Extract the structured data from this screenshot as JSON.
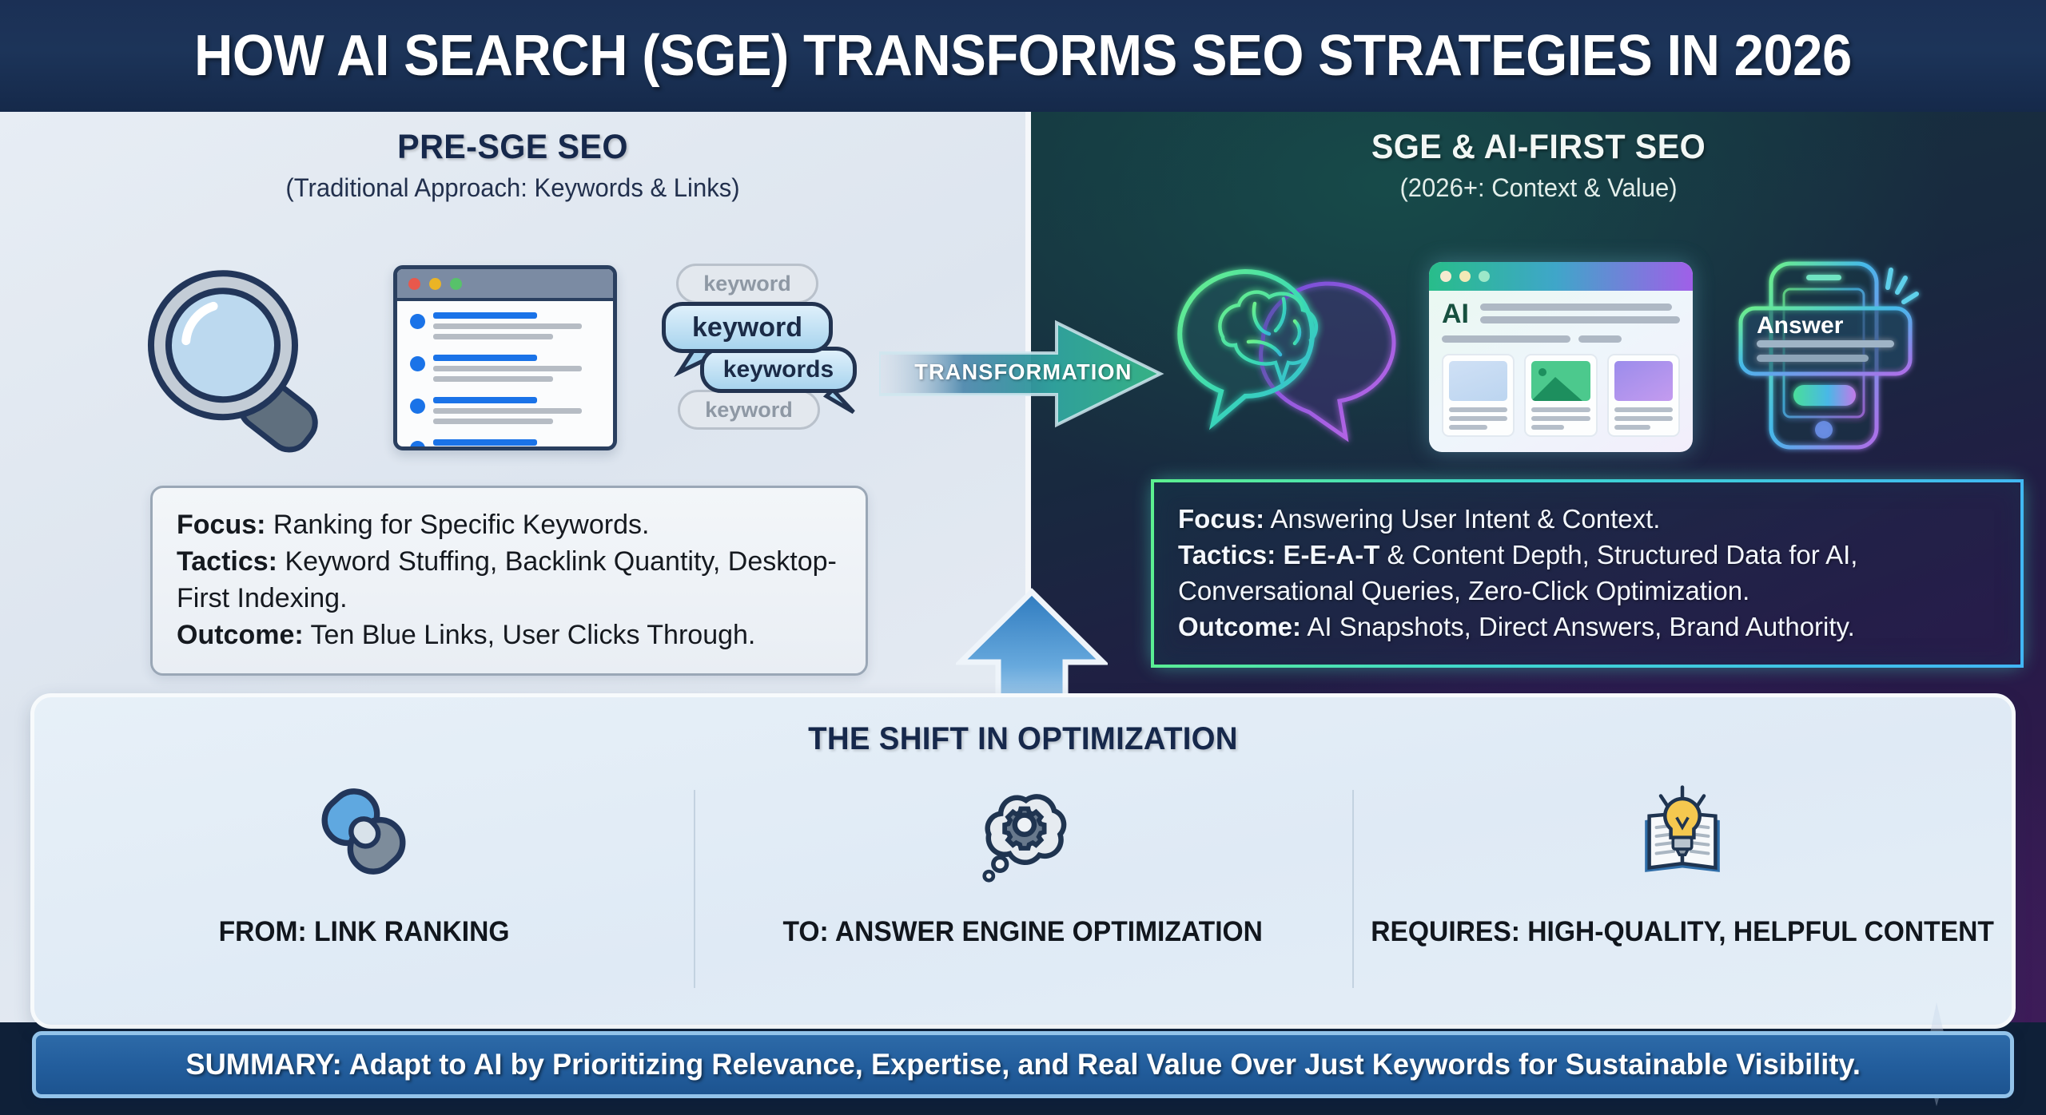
{
  "header": {
    "title": "HOW AI SEARCH (SGE) TRANSFORMS SEO STRATEGIES IN 2026"
  },
  "left_panel": {
    "title": "PRE-SGE SEO",
    "subtitle": "(Traditional Approach: Keywords & Links)",
    "keyword_bubbles": [
      "keyword",
      "keyword",
      "keywords",
      "keyword"
    ],
    "info": {
      "focus_label": "Focus:",
      "focus_value": "Ranking for Specific Keywords.",
      "tactics_label": "Tactics:",
      "tactics_value": "Keyword Stuffing, Backlink Quantity, Desktop-First Indexing.",
      "outcome_label": "Outcome:",
      "outcome_value": "Ten Blue Links, User Clicks Through."
    }
  },
  "transformation": {
    "label": "TRANSFORMATION"
  },
  "right_panel": {
    "title": "SGE & AI-FIRST SEO",
    "subtitle": "(2026+: Context & Value)",
    "browser_badge": "AI",
    "phone_badge": "Answer",
    "info": {
      "focus_label": "Focus:",
      "focus_value": "Answering User Intent & Context.",
      "tactics_label": "Tactics:",
      "tactics_strong": "E-E-A-T",
      "tactics_value": " & Content Depth, Structured Data for AI, Conversational Queries, Zero-Click Optimization.",
      "outcome_label": "Outcome:",
      "outcome_value": "AI Snapshots, Direct Answers, Brand Authority."
    }
  },
  "shift": {
    "title": "THE SHIFT IN OPTIMIZATION",
    "columns": [
      {
        "icon": "chain-link-icon",
        "label": "FROM: LINK RANKING"
      },
      {
        "icon": "gear-thought-cloud-icon",
        "label": "TO: ANSWER ENGINE OPTIMIZATION"
      },
      {
        "icon": "book-lightbulb-icon",
        "label": "REQUIRES: HIGH-QUALITY, HELPFUL CONTENT"
      }
    ]
  },
  "summary": {
    "text": "SUMMARY: Adapt to AI by Prioritizing Relevance, Expertise, and Real Value Over Just Keywords for Sustainable Visibility."
  },
  "colors": {
    "header_bg": "#1b3055",
    "left_panel_bg": "#e4ebf3",
    "right_panel_top": "#16343f",
    "right_panel_bottom": "#3a1a52",
    "accent_teal": "#3ed6d0",
    "accent_green": "#5cf08f",
    "accent_blue": "#1a73e8",
    "summary_bg": "#225d9c",
    "navy_text": "#16284b"
  }
}
